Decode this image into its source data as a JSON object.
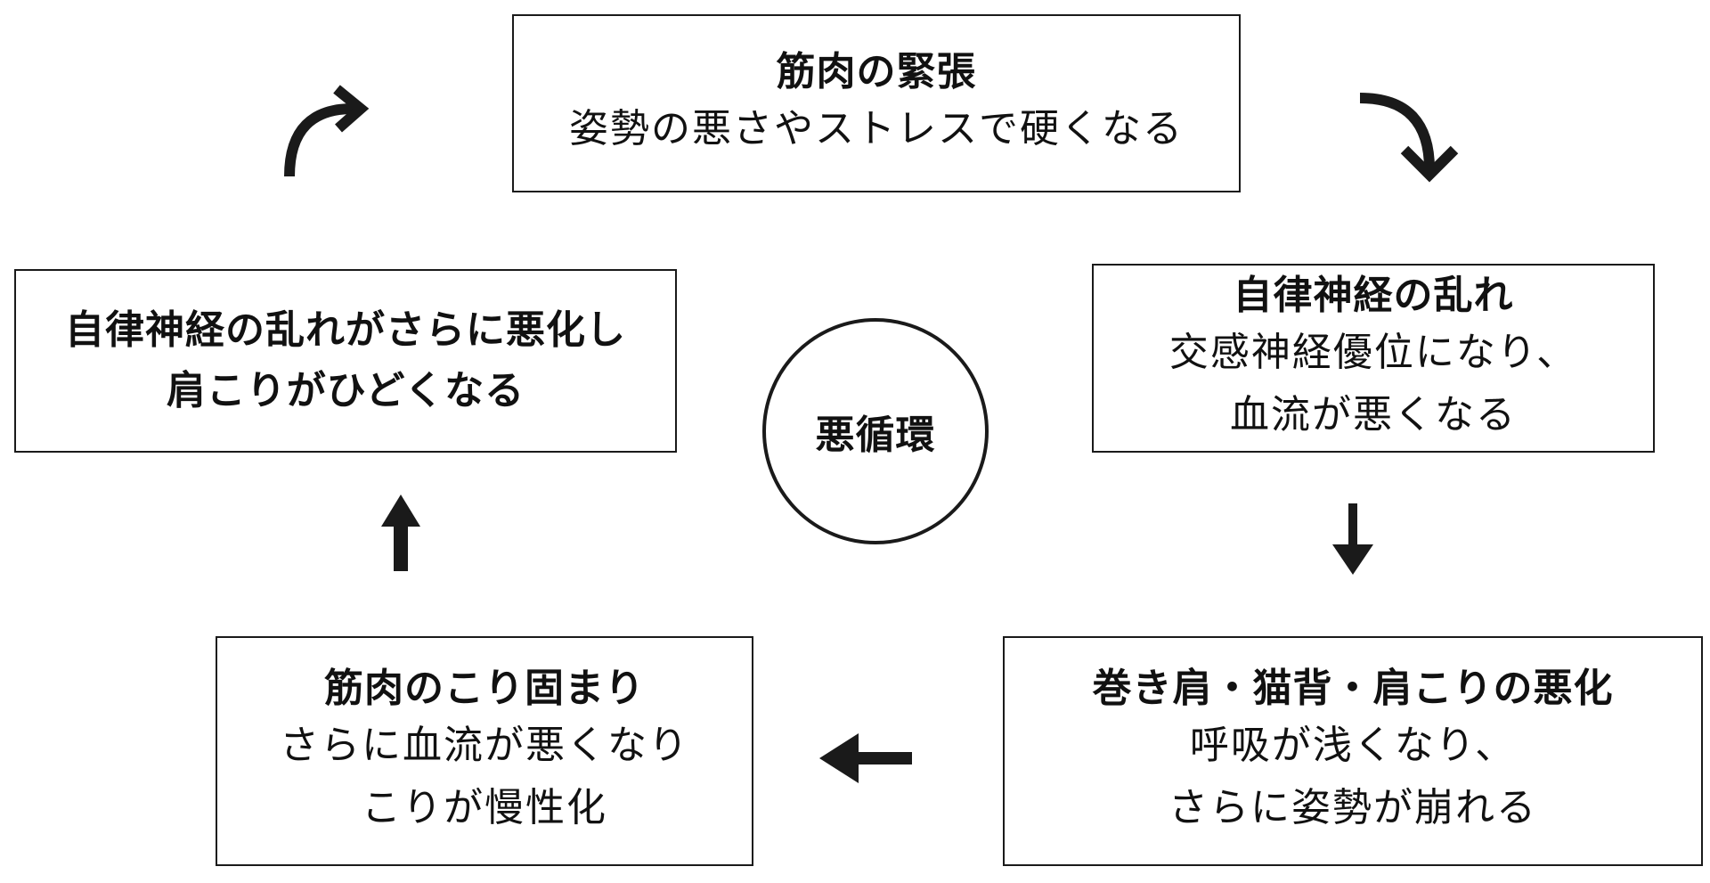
{
  "center": {
    "label": "悪循環"
  },
  "steps": [
    {
      "title": "筋肉の緊張",
      "lines": [
        "姿勢の悪さやストレスで硬くなる"
      ]
    },
    {
      "title": "自律神経の乱れ",
      "lines": [
        "交感神経優位になり、",
        "血流が悪くなる"
      ]
    },
    {
      "title": "巻き肩・猫背・肩こりの悪化",
      "lines": [
        "呼吸が浅くなり、",
        "さらに姿勢が崩れる"
      ]
    },
    {
      "title": "筋肉のこり固まり",
      "lines": [
        "さらに血流が悪くなり",
        "こりが慢性化"
      ]
    },
    {
      "lines": [
        "自律神経の乱れがさらに悪化し",
        "肩こりがひどくなる"
      ]
    }
  ],
  "arrows": [
    {
      "from": "top",
      "to": "right",
      "direction": "curved-down-right"
    },
    {
      "from": "right",
      "to": "bottom-right",
      "direction": "down"
    },
    {
      "from": "bottom-right",
      "to": "bottom-left",
      "direction": "left"
    },
    {
      "from": "bottom-left",
      "to": "left",
      "direction": "up"
    },
    {
      "from": "left",
      "to": "top",
      "direction": "curved-up-right"
    }
  ],
  "colors": {
    "stroke": "#1a1a1a",
    "background": "#ffffff",
    "text": "#111111"
  }
}
